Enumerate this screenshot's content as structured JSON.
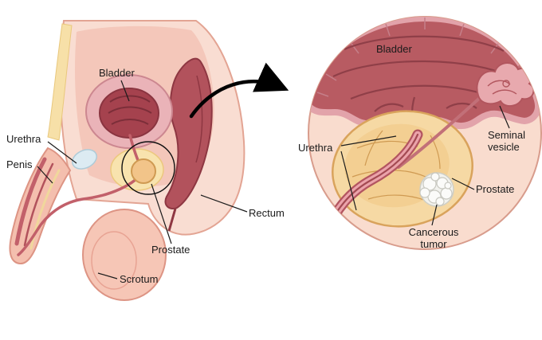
{
  "main_figure": {
    "labels": {
      "bladder": "Bladder",
      "urethra": "Urethra",
      "penis": "Penis",
      "rectum": "Rectum",
      "prostate": "Prostate",
      "scrotum": "Scrotum"
    }
  },
  "inset_figure": {
    "labels": {
      "bladder": "Bladder",
      "urethra": "Urethra",
      "seminal_vesicle": "Seminal vesicle",
      "prostate": "Prostate",
      "cancerous_tumor": "Cancerous tumor"
    }
  },
  "palette": {
    "skin": "#f9ddd2",
    "skin_outline": "#dd9484",
    "organ_dark_red": "#b85b62",
    "organ_fold_red": "#8f3f48",
    "wall_pink": "#e9aeb2",
    "fat_yellow": "#f7e0a8",
    "prostate_tan": "#f6d9a4",
    "prostate_outline": "#d9a35c",
    "tumor_white": "#f4f4f1",
    "pubic_bone_blue": "#dcebf2",
    "label_line_black": "#1b1b1b"
  }
}
